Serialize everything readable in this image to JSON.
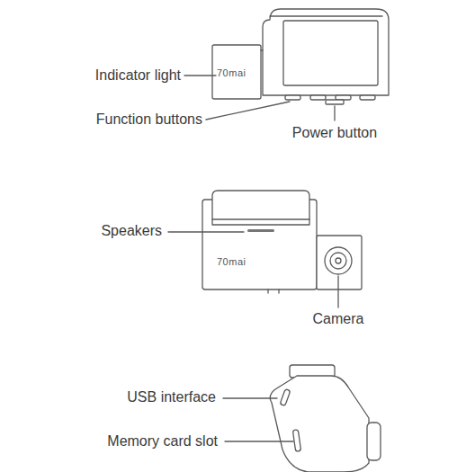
{
  "diagram": {
    "labels": [
      "Indicator light",
      "70mai",
      "Function buttons",
      "Power button",
      "Speakers",
      "70mai",
      "Camera",
      "USB interface",
      "Memory card slot"
    ]
  }
}
